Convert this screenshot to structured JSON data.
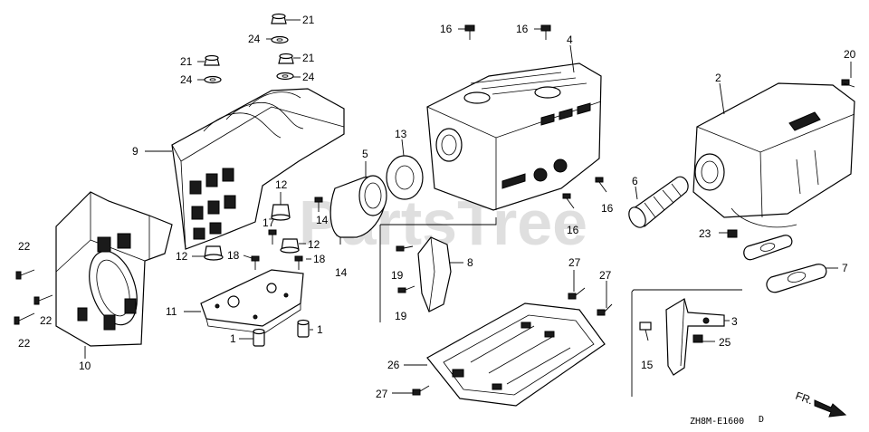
{
  "watermark": "PartsTree",
  "drawing_code": "ZH8M-E1600",
  "drawing_code_suffix": "D",
  "fr_label": "FR.",
  "callouts": [
    {
      "id": "c21a",
      "num": "21"
    },
    {
      "id": "c24a",
      "num": "24"
    },
    {
      "id": "c21b",
      "num": "21"
    },
    {
      "id": "c21c",
      "num": "21"
    },
    {
      "id": "c24b",
      "num": "24"
    },
    {
      "id": "c24c",
      "num": "24"
    },
    {
      "id": "c9",
      "num": "9"
    },
    {
      "id": "c12a",
      "num": "12"
    },
    {
      "id": "c14a",
      "num": "14"
    },
    {
      "id": "c14b",
      "num": "14"
    },
    {
      "id": "c12b",
      "num": "12"
    },
    {
      "id": "c12c",
      "num": "12"
    },
    {
      "id": "c17",
      "num": "17"
    },
    {
      "id": "c18a",
      "num": "18"
    },
    {
      "id": "c18b",
      "num": "18"
    },
    {
      "id": "c11",
      "num": "11"
    },
    {
      "id": "c1a",
      "num": "1"
    },
    {
      "id": "c1b",
      "num": "1"
    },
    {
      "id": "c22a",
      "num": "22"
    },
    {
      "id": "c22b",
      "num": "22"
    },
    {
      "id": "c22c",
      "num": "22"
    },
    {
      "id": "c10",
      "num": "10"
    },
    {
      "id": "c5",
      "num": "5"
    },
    {
      "id": "c13",
      "num": "13"
    },
    {
      "id": "c16a",
      "num": "16"
    },
    {
      "id": "c16b",
      "num": "16"
    },
    {
      "id": "c4",
      "num": "4"
    },
    {
      "id": "c16c",
      "num": "16"
    },
    {
      "id": "c16d",
      "num": "16"
    },
    {
      "id": "c6",
      "num": "6"
    },
    {
      "id": "c20",
      "num": "20"
    },
    {
      "id": "c2",
      "num": "2"
    },
    {
      "id": "c23",
      "num": "23"
    },
    {
      "id": "c7",
      "num": "7"
    },
    {
      "id": "c8",
      "num": "8"
    },
    {
      "id": "c19a",
      "num": "19"
    },
    {
      "id": "c19b",
      "num": "19"
    },
    {
      "id": "c27a",
      "num": "27"
    },
    {
      "id": "c27b",
      "num": "27"
    },
    {
      "id": "c26",
      "num": "26"
    },
    {
      "id": "c27c",
      "num": "27"
    },
    {
      "id": "c3",
      "num": "3"
    },
    {
      "id": "c15",
      "num": "15"
    },
    {
      "id": "c25",
      "num": "25"
    }
  ]
}
